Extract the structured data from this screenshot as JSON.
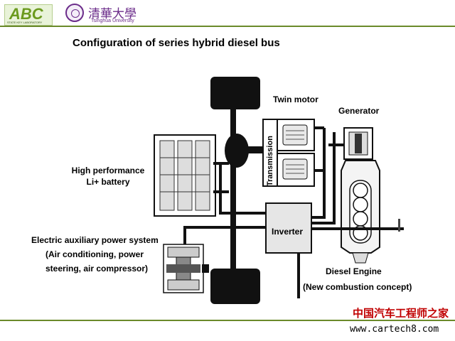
{
  "header": {
    "logo_text": "ABC",
    "logo_subtitle": "STATE KEY LABORATORY",
    "university_cn": "清華大學",
    "university_en": "Tsinghua University"
  },
  "title": "Configuration of series hybrid diesel bus",
  "labels": {
    "twin_motor": "Twin motor",
    "generator": "Generator",
    "transmission": "Transmission",
    "battery_line1": "High performance",
    "battery_line2": "Li+ battery",
    "inverter": "Inverter",
    "aux_line1": "Electric auxiliary power system",
    "aux_line2": "(Air conditioning, power",
    "aux_line3": "steering, air compressor)",
    "engine_line1": "Diesel Engine",
    "engine_line2": "(New combustion concept)"
  },
  "watermark": {
    "cn": "中国汽车工程师之家",
    "url": "www.cartech8.com"
  },
  "colors": {
    "green_rule": "#6a8a2a",
    "logo_green": "#6b9a1e",
    "tsinghua_purple": "#6b2c8a",
    "watermark_red": "#c00000"
  }
}
